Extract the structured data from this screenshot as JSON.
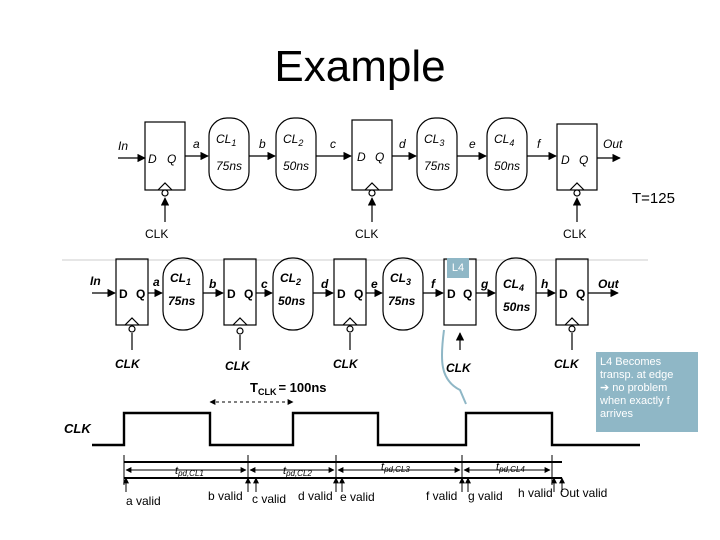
{
  "title": "Example",
  "period_label": "T=125",
  "top_pipeline": {
    "in_label": "In",
    "out_label": "Out",
    "clk_label": "CLK",
    "reg_d": "D",
    "reg_q": "Q",
    "wires": [
      "a",
      "b",
      "c",
      "d",
      "e",
      "f"
    ],
    "logic": [
      {
        "name": "CL",
        "sub": "1",
        "delay": "75ns"
      },
      {
        "name": "CL",
        "sub": "2",
        "delay": "50ns"
      },
      {
        "name": "CL",
        "sub": "3",
        "delay": "75ns"
      },
      {
        "name": "CL",
        "sub": "4",
        "delay": "50ns"
      }
    ]
  },
  "bottom_pipeline": {
    "in_label": "In",
    "out_label": "Out",
    "clk_label": "CLK",
    "reg_d": "D",
    "reg_q": "Q",
    "latch_tag": "L4",
    "wires": [
      "a",
      "b",
      "c",
      "d",
      "e",
      "f",
      "g",
      "h"
    ],
    "logic": [
      {
        "name": "CL",
        "sub": "1",
        "delay": "75ns"
      },
      {
        "name": "CL",
        "sub": "2",
        "delay": "50ns"
      },
      {
        "name": "CL",
        "sub": "3",
        "delay": "75ns"
      },
      {
        "name": "CL",
        "sub": "4",
        "delay": "50ns"
      }
    ]
  },
  "timing": {
    "clk_label": "CLK",
    "period_t": "T",
    "period_sub": "CLK",
    "period_value": "= 100ns",
    "tpd": [
      {
        "t": "t",
        "sub": "pd,CL1"
      },
      {
        "t": "t",
        "sub": "pd,CL2"
      },
      {
        "t": "t",
        "sub": "pd,CL3"
      },
      {
        "t": "t",
        "sub": "pd,CL4"
      }
    ],
    "valid_labels": {
      "a": "a valid",
      "b": "b valid",
      "c": "c valid",
      "d": "d valid",
      "e": "e valid",
      "f": "f valid",
      "g": "g valid",
      "h": "h valid",
      "out": "Out valid"
    }
  },
  "callout": {
    "lines": [
      "L4 Becomes",
      "transp. at edge",
      "➔ no problem",
      "when exactly f",
      "arrives"
    ]
  }
}
